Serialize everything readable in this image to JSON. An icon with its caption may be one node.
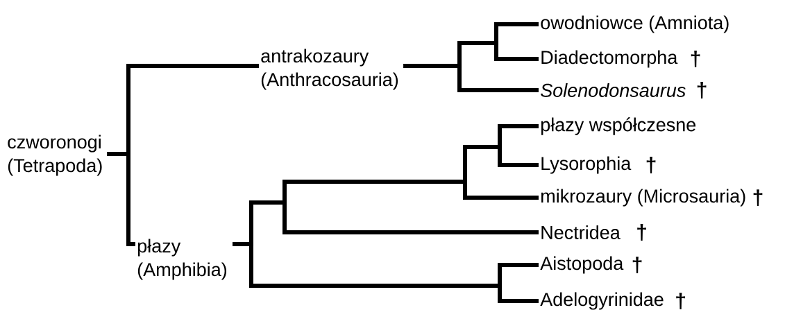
{
  "diagram": {
    "nodes": [
      {
        "text": [
          "czworonogi (Tetrapoda)"
        ]
      },
      {
        "text": [
          "antrakozaury (Anthracosauria)"
        ]
      },
      {
        "text": [
          "płazy (Amphibia)"
        ]
      },
      {
        "text": [
          "owodniowce (Amniota)"
        ]
      },
      {
        "text": [
          "Diadectomorpha"
        ],
        "beside": [
          "†"
        ]
      },
      {
        "text": [
          "Solenodonsaurus"
        ],
        "beside": [
          "†"
        ]
      },
      {
        "text": [
          "płazy współczesne"
        ]
      },
      {
        "text": [
          "Lysorophia"
        ],
        "beside": [
          "†"
        ]
      },
      {
        "text": [
          "mikrozaury (Microsauria)"
        ],
        "beside": [
          "†"
        ]
      },
      {
        "text": [
          "Nectridea"
        ],
        "beside": [
          "†"
        ]
      },
      {
        "text": [
          "Aistopoda"
        ],
        "beside": [
          "†"
        ]
      },
      {
        "text": [
          "Adelogyrinidae"
        ],
        "beside": [
          "†"
        ]
      }
    ],
    "edges": [
      {
        "from": 0,
        "to": 1,
        "arrow": "none"
      },
      {
        "from": 0,
        "to": 2,
        "arrow": "none"
      },
      {
        "from": 1,
        "to": 3,
        "arrow": "none"
      },
      {
        "from": 1,
        "to": 4,
        "arrow": "none"
      },
      {
        "from": 1,
        "to": 5,
        "arrow": "none"
      },
      {
        "from": 2,
        "to": 6,
        "arrow": "none"
      },
      {
        "from": 2,
        "to": 7,
        "arrow": "none"
      },
      {
        "from": 2,
        "to": 8,
        "arrow": "none"
      },
      {
        "from": 2,
        "to": 9,
        "arrow": "none"
      },
      {
        "from": 2,
        "to": 10,
        "arrow": "none"
      },
      {
        "from": 2,
        "to": 11,
        "arrow": "none"
      }
    ]
  }
}
